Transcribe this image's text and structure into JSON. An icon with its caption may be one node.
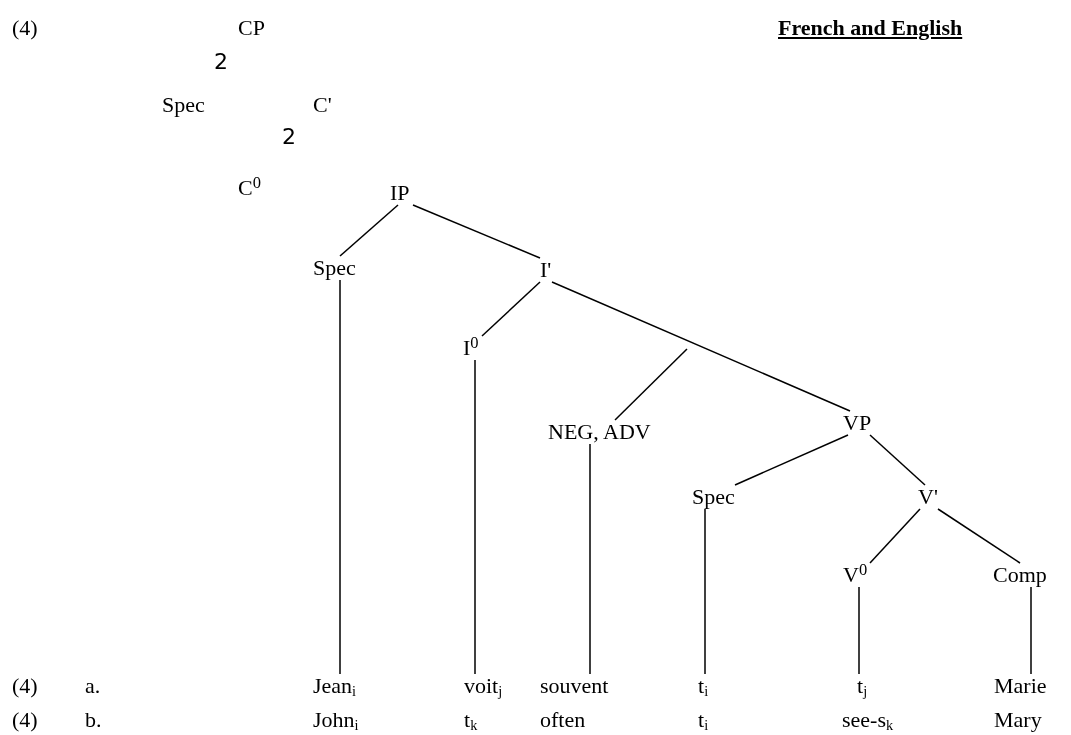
{
  "diagram": {
    "title": "French and English",
    "nodes": [
      {
        "text": [
          "CP"
        ]
      },
      {
        "text": [
          "Spec"
        ]
      },
      {
        "text": [
          "C'"
        ]
      },
      {
        "text": [
          "C$^{0}$"
        ]
      },
      {
        "text": [
          "IP"
        ]
      },
      {
        "text": [
          "Spec"
        ]
      },
      {
        "text": [
          "I'"
        ]
      },
      {
        "text": [
          "I$^{0}$"
        ]
      },
      {
        "text": [
          "NEG, ADV"
        ]
      },
      {
        "text": [
          "VP"
        ]
      },
      {
        "text": [
          "Spec"
        ]
      },
      {
        "text": [
          "V'"
        ]
      },
      {
        "text": [
          "V$^{0}$"
        ]
      },
      {
        "text": [
          "Comp"
        ]
      },
      {
        "text": [
          "Jean$_{i}$"
        ]
      },
      {
        "text": [
          "voit$_{j}$"
        ]
      },
      {
        "text": [
          "souvent"
        ]
      },
      {
        "text": [
          "t$_{i}$"
        ]
      },
      {
        "text": [
          "t$_{j}$"
        ]
      },
      {
        "text": [
          "Marie"
        ]
      }
    ],
    "edges": [
      {
        "from": 4,
        "to": 5,
        "arrow": "none"
      },
      {
        "from": 4,
        "to": 6,
        "arrow": "none"
      },
      {
        "from": 5,
        "to": 14,
        "arrow": "none"
      },
      {
        "from": 6,
        "to": 7,
        "arrow": "none"
      },
      {
        "from": 6,
        "to": 9,
        "arrow": "none"
      },
      {
        "from": 7,
        "to": 15,
        "arrow": "none"
      },
      {
        "from": null,
        "to": 8,
        "arrow": "none"
      },
      {
        "from": 8,
        "to": 16,
        "arrow": "none"
      },
      {
        "from": 9,
        "to": 10,
        "arrow": "none"
      },
      {
        "from": 9,
        "to": 11,
        "arrow": "none"
      },
      {
        "from": 10,
        "to": 17,
        "arrow": "none"
      },
      {
        "from": 11,
        "to": 12,
        "arrow": "none"
      },
      {
        "from": 11,
        "to": 13,
        "arrow": "none"
      },
      {
        "from": 12,
        "to": 18,
        "arrow": "none"
      },
      {
        "from": 13,
        "to": 19,
        "arrow": "none"
      }
    ],
    "labels": [
      "(4)",
      "2",
      "2",
      "(4)",
      "a.",
      "(4)",
      "b.",
      "John$_{i}$",
      "t$_{k}$",
      "often",
      "t$_{i}$",
      "see-s$_{k}$",
      "Mary"
    ]
  }
}
